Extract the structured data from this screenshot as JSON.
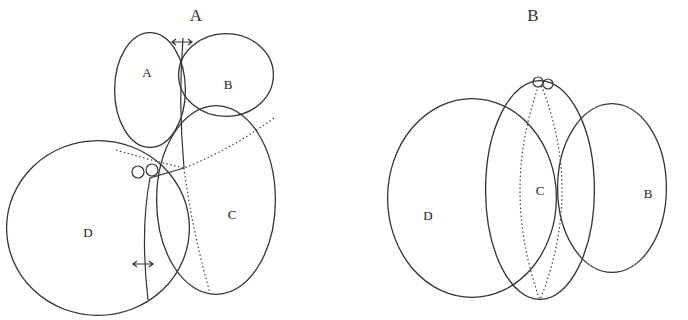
{
  "diagram": {
    "nodes": [
      {
        "text": [
          "A"
        ]
      },
      {
        "text": [
          "B"
        ]
      },
      {
        "text": [
          "D"
        ]
      },
      {
        "text": [
          "C"
        ]
      },
      {
        "text": [
          "D"
        ]
      },
      {
        "text": [
          "C"
        ]
      },
      {
        "text": [
          "B"
        ]
      }
    ],
    "labels": [
      "A",
      "B"
    ]
  }
}
